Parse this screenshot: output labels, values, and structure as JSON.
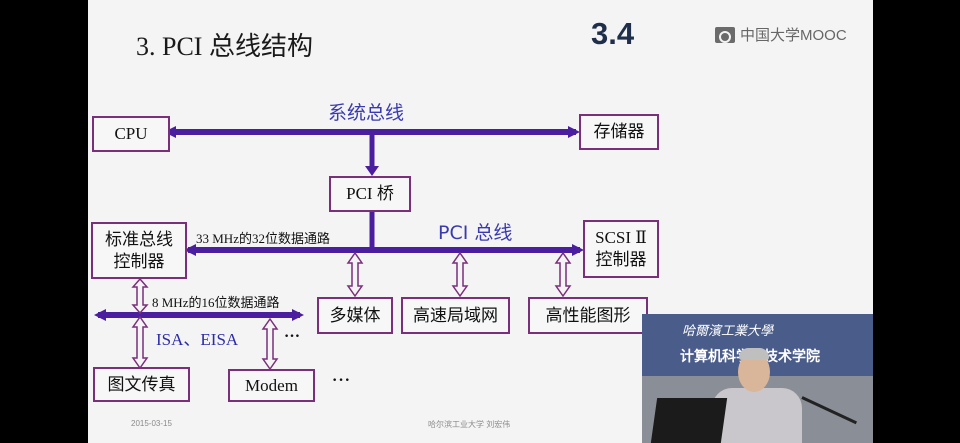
{
  "slide": {
    "title": "3. PCI 总线结构",
    "section_number": "3.4",
    "brand": "中国大学MOOC",
    "footer_date": "2015-03-15",
    "footer_center": "哈尔滨工业大学   刘宏伟"
  },
  "diagram": {
    "system_bus_label": "系统总线",
    "pci_bus_label": "PCI 总线",
    "pci_bus_width_label": "33 MHz的32位数据通路",
    "isa_bus_width_label": "8 MHz的16位数据通路",
    "isa_label": "ISA、EISA",
    "ellipsis": "…",
    "ellipsis_2": "···",
    "boxes": {
      "cpu": "CPU",
      "memory": "存储器",
      "pci_bridge": "PCI 桥",
      "std_bus_ctrl": "标准总线\n控制器",
      "scsi_ctrl": "SCSI Ⅱ\n控制器",
      "multimedia": "多媒体",
      "lan": "高速局域网",
      "graphics": "高性能图形",
      "fax": "图文传真",
      "modem": "Modem"
    },
    "colors": {
      "bus": "#4b1ea0",
      "box_border": "#7a2f7a"
    }
  },
  "presenter": {
    "banner_line1": "哈爾濱工業大學",
    "banner_line2": "计算机科学与技术学院"
  }
}
